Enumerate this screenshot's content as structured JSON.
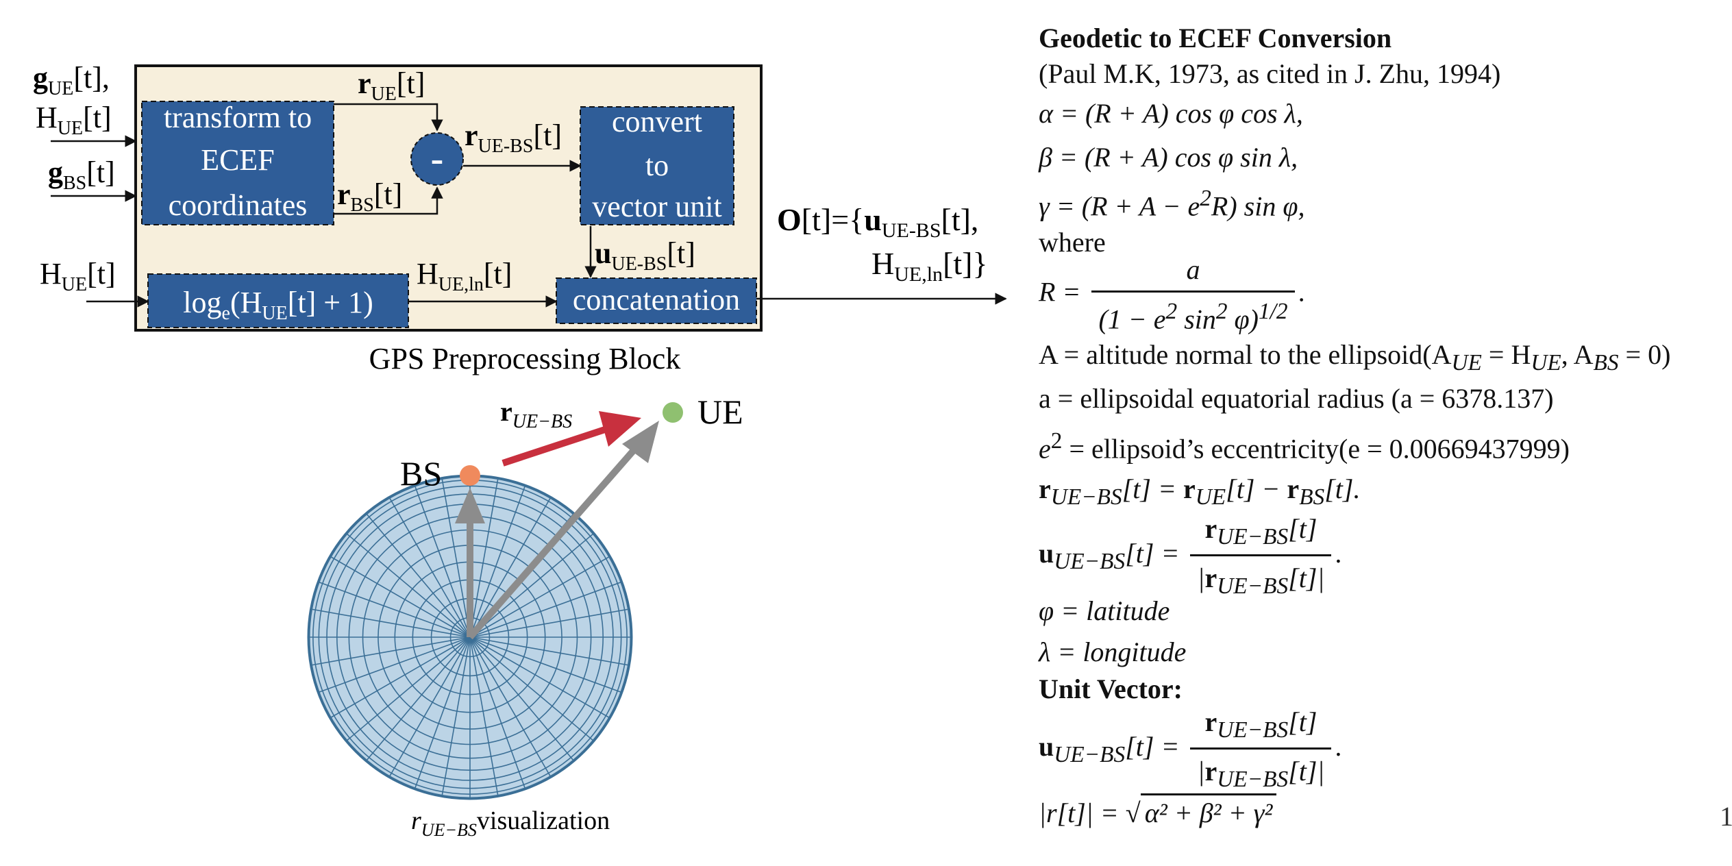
{
  "block": {
    "title": "GPS Preprocessing Block",
    "box_transform": [
      "transform to",
      "ECEF",
      "coordinates"
    ],
    "box_convert": [
      "convert",
      "to",
      "vector unit"
    ],
    "box_log": {
      "pre": "log",
      "sub": "e",
      "post1": "(H",
      "sub2": "UE",
      "post2": "[t] + 1)"
    },
    "box_concat": "concatenation",
    "minus_sign": "-",
    "inputs": {
      "g_ue": {
        "sym": "g",
        "sub": "UE",
        "rest": "[t],"
      },
      "h_ue_top": {
        "sym": "H",
        "sub": "UE",
        "rest": "[t]"
      },
      "g_bs": {
        "sym": "g",
        "sub": "BS",
        "rest": "[t]"
      },
      "h_ue_bottom": {
        "sym": "H",
        "sub": "UE",
        "rest": "[t]"
      }
    },
    "signals": {
      "r_ue": {
        "sym": "r",
        "sub": "UE",
        "rest": "[t]"
      },
      "r_bs": {
        "sym": "r",
        "sub": "BS",
        "rest": "[t]"
      },
      "r_uebs": {
        "sym": "r",
        "sub": "UE-BS",
        "rest": "[t]"
      },
      "u_uebs": {
        "sym": "u",
        "sub": "UE-BS",
        "rest": "[t]"
      },
      "h_ueln": {
        "sym": "H",
        "sub": "UE,ln",
        "rest": "[t]"
      }
    },
    "output": {
      "line1_a": "O",
      "line1_b": "[t]={",
      "line1_c": "u",
      "line1_sub": "UE-BS",
      "line1_d": "[t],",
      "line2_a": "H",
      "line2_sub": "UE,ln",
      "line2_b": "[t]}"
    }
  },
  "visual": {
    "label_bs": "BS",
    "label_ue": "UE",
    "arrow_label": {
      "sym": "r",
      "sub": "UE−BS"
    },
    "caption": {
      "sym": "r",
      "sub": "UE−BS",
      "rest": "visualization"
    },
    "colors": {
      "sphere_fill": "#bcd4e6",
      "sphere_lines": "#3b6f96",
      "bs_dot": "#f08a5d",
      "ue_dot": "#8fc070",
      "red_arrow": "#c8303e",
      "gray_arrow": "#8c8c8c"
    }
  },
  "equations": {
    "heading": "Geodetic to ECEF Conversion",
    "citation": "(Paul M.K, 1973, as cited in J. Zhu, 1994)",
    "alpha": "α = (R + A) cos φ cos λ,",
    "beta": "β = (R + A) cos φ sin λ,",
    "gamma_pre": "γ = (R + A − e",
    "gamma_sup": "2",
    "gamma_post": "R) sin φ,",
    "where": "where",
    "R_lhs": "R =",
    "R_num": "a",
    "R_den_pre": "(1 − e",
    "R_den_sup1": "2",
    "R_den_mid": " sin",
    "R_den_sup2": "2",
    "R_den_post": " φ)",
    "R_den_sup3": "1/2",
    "R_end": ".",
    "A_def_pre": "A = altitude normal to the ellipsoid(A",
    "A_def_sub1": "UE",
    "A_def_mid": " = H",
    "A_def_sub2": "UE",
    "A_def_mid2": ", A",
    "A_def_sub3": "BS",
    "A_def_post": " = 0)",
    "a_def": "a = ellipsoidal equatorial radius (a = 6378.137)",
    "e_def_pre": "e",
    "e_def_sup": "2",
    "e_def_post": " = ellipsoid’s eccentricity(e = 0.00669437999)",
    "r_def": {
      "a": "r",
      "a_sub": "UE−BS",
      "b": "[t] = ",
      "c": "r",
      "c_sub": "UE",
      "d": "[t] − ",
      "e": "r",
      "e_sub": "BS",
      "f": "[t]."
    },
    "u_def": {
      "lhs": "u",
      "lhs_sub": "UE−BS",
      "lhs_rest": "[t] =",
      "num": "r",
      "num_sub": "UE−BS",
      "num_rest": "[t]",
      "den_pre": "|",
      "den": "r",
      "den_sub": "UE−BS",
      "den_rest": "[t]|",
      "end": "."
    },
    "phi_def": "φ = latitude",
    "lambda_def": "λ = longitude",
    "unit_heading": "Unit Vector:",
    "norm_lhs": "|r[t]| =",
    "norm_rhs": "α² + β² + γ²"
  },
  "page_number": "1"
}
